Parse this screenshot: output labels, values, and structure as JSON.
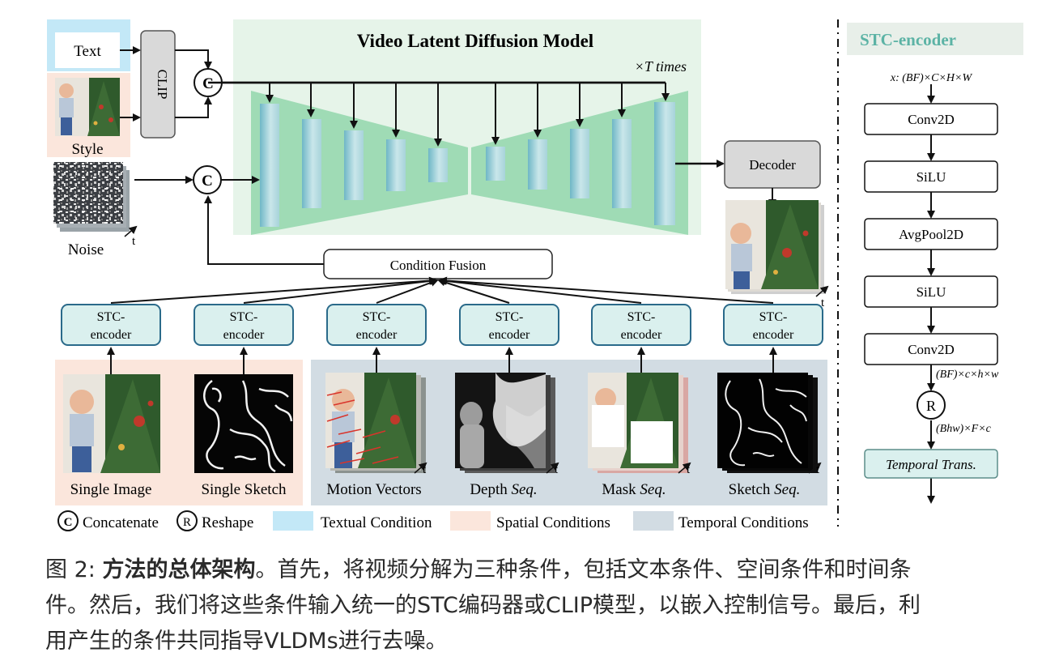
{
  "model": {
    "title": "Video Latent Diffusion Model",
    "times": "×T times",
    "decoder": "Decoder",
    "clip": "CLIP",
    "condition_fusion": "Condition Fusion"
  },
  "inputs": {
    "text": "Text",
    "style": "Style",
    "noise": "Noise",
    "t": "t"
  },
  "ops": {
    "concat": "C",
    "reshape": "R"
  },
  "stc_label_line1": "STC-",
  "stc_label_line2": "encoder",
  "conditions": [
    {
      "label": "Single Image",
      "suffix": ""
    },
    {
      "label": "Single Sketch",
      "suffix": ""
    },
    {
      "label": "Motion Vectors",
      "suffix": ""
    },
    {
      "label": "Depth ",
      "suffix": "Seq."
    },
    {
      "label": "Mask ",
      "suffix": "Seq."
    },
    {
      "label": "Sketch ",
      "suffix": "Seq."
    }
  ],
  "legend": {
    "concatenate": "Concatenate",
    "reshape": "Reshape",
    "textual": "Textual Condition",
    "spatial": "Spatial Conditions",
    "temporal": "Temporal Conditions"
  },
  "stc_panel": {
    "title": "STC-encoder",
    "input_shape": "x: (BF)×C×H×W",
    "layers": [
      "Conv2D",
      "SiLU",
      "AvgPool2D",
      "SiLU",
      "Conv2D"
    ],
    "mid_shape": "(BF)×c×h×w",
    "out_shape": "(Bhw)×F×c",
    "temporal": "Temporal Trans."
  },
  "caption": {
    "prefix": "图 2: ",
    "bold": "方法的总体架构",
    "line1_rest": "。首先，将视频分解为三种条件，包括文本条件、空间条件和时间条",
    "line2": "件。然后，我们将这些条件输入统一的STC编码器或CLIP模型，以嵌入控制信号。最后，利",
    "line3": "用产生的条件共同指导VLDMs进行去噪。"
  },
  "colors": {
    "textual": "#c3e8f7",
    "spatial": "#fbe6dc",
    "temporal": "#d2dce3",
    "vldm_bg": "#e6f4e9",
    "trapezoid": "#9fdbb5",
    "stc_box": "#daf0ee",
    "stc_border": "#2a6a8a"
  }
}
